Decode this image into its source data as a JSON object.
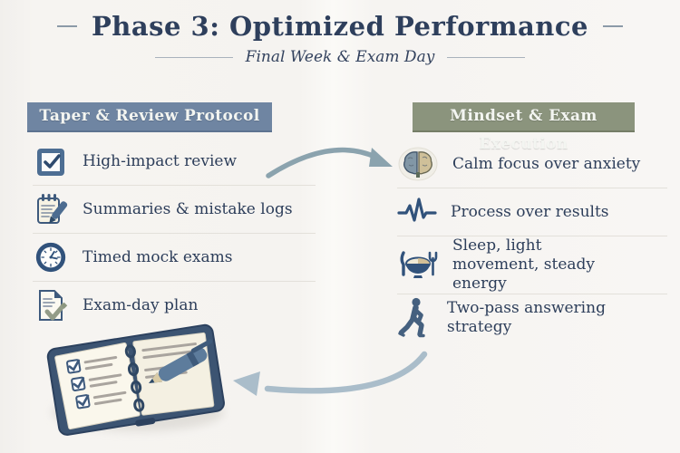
{
  "header": {
    "title": "Phase 3: Optimized Performance",
    "subtitle": "Final Week & Exam Day"
  },
  "columns": [
    {
      "title": "Taper & Review Protocol",
      "accent_color": "#6f85a2",
      "items": [
        {
          "icon": "checkbox-icon",
          "label": "High-impact review"
        },
        {
          "icon": "notepad-pencil-icon",
          "label": "Summaries & mistake logs"
        },
        {
          "icon": "clock-icon",
          "label": "Timed mock exams"
        },
        {
          "icon": "document-check-icon",
          "label": "Exam-day plan"
        }
      ]
    },
    {
      "title": "Mindset & Exam Execution",
      "accent_color": "#8b947d",
      "items": [
        {
          "icon": "brain-icon",
          "label": "Calm focus over anxiety"
        },
        {
          "icon": "heartbeat-icon",
          "label": "Process over results"
        },
        {
          "icon": "meal-bowl-icon",
          "label": "Sleep, light movement, steady energy"
        },
        {
          "icon": "walking-person-icon",
          "label": "Two-pass answering strategy"
        }
      ]
    }
  ],
  "illustration": "notebook-with-pen",
  "arrows": [
    {
      "name": "left-to-right-arrow",
      "color": "#8ba3ae"
    },
    {
      "name": "right-to-notebook-arrow",
      "color": "#aabdca"
    }
  ],
  "colors": {
    "background": "#f7f5f2",
    "title_text": "#2e3f5c",
    "item_text": "#2d3e5a",
    "divider": "#e3e0da",
    "icon_navy": "#31527b",
    "icon_slate": "#4d6e93",
    "icon_tan": "#d0c29b",
    "icon_cream": "#f7f3e4",
    "check_green": "#939c88"
  }
}
